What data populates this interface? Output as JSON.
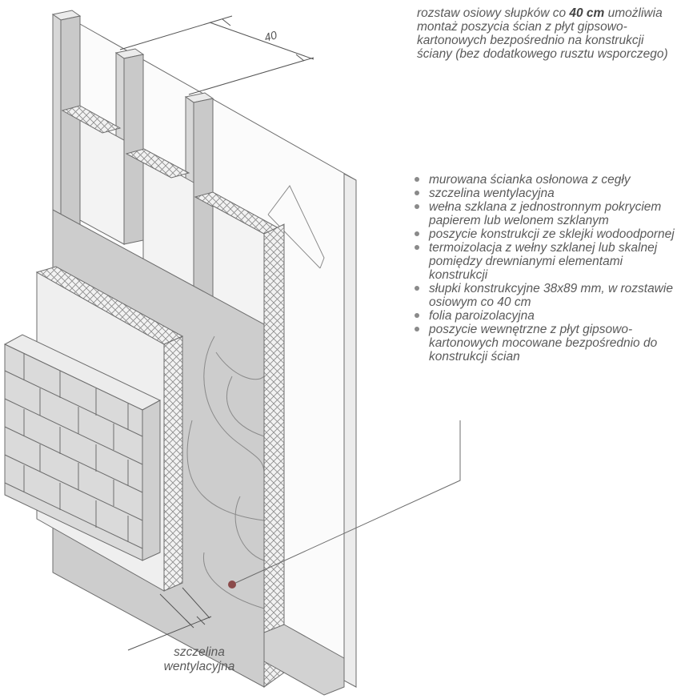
{
  "top_note": {
    "line1_before": "rozstaw osiowy słupków co ",
    "line1_bold": "40 cm",
    "rest": "umożliwia montaż poszycia ścian z płyt gipsowo-kartonowych bezpośrednio na konstrukcji ściany (bez dodatkowego rusztu wsporczego)"
  },
  "dimension_label": "40",
  "legend": [
    "murowana ścianka osłonowa z cegły",
    "szczelina wentylacyjna",
    "wełna szklana z jednostronnym pokryciem papierem lub welonem szklanym",
    "poszycie konstrukcji ze sklejki wodoodpornej",
    "termoizolacja z wełny szklanej lub skalnej pomiędzy drewnianymi elementami konstrukcji",
    "słupki konstrukcyjne 38x89 mm, w rozstawie osiowym co 40 cm",
    "folia paroizolacyjna",
    "poszycie wewnętrzne z płyt gipsowo-kartonowych mocowane bezpośrednio do konstrukcji ścian"
  ],
  "gap_label": {
    "line1": "szczelina",
    "line2": "wentylacyjna"
  },
  "colors": {
    "line": "#6d6d6d",
    "stud": "#c9c9c9",
    "stud_light": "#ebebeb",
    "plywood": "#cdcdcd",
    "insulation": "#f3f3f3",
    "brick": "#dadada",
    "brick_top": "#ececec",
    "leader_dot": "#8a4a4a"
  }
}
